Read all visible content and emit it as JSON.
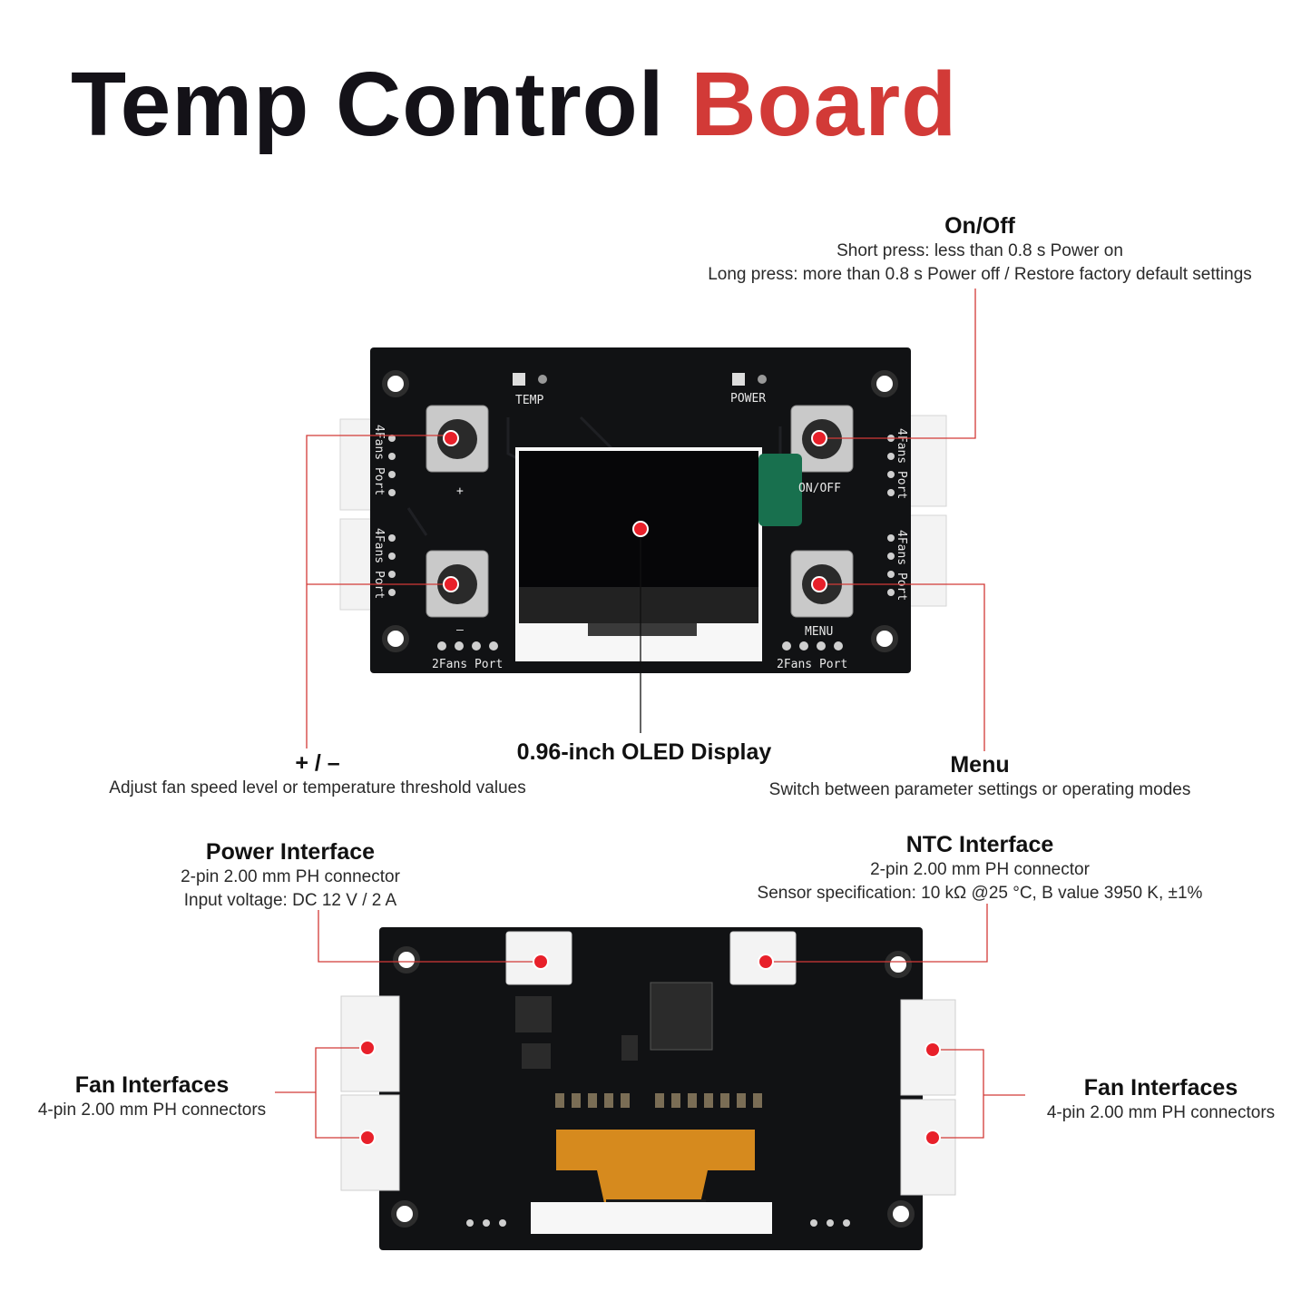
{
  "title": {
    "part1": "Temp Control",
    "part2": "Board"
  },
  "colors": {
    "accent": "#d23a37",
    "board": "#111214",
    "marker": "#e8202a"
  },
  "labels": {
    "onoff": {
      "heading": "On/Off",
      "line1": "Short press: less than 0.8 s Power on",
      "line2": "Long press: more than 0.8 s  Power off / Restore factory default settings"
    },
    "plusminus": {
      "heading": "+ / –",
      "line1": "Adjust fan speed level or temperature threshold values"
    },
    "oled": {
      "heading": "0.96-inch OLED Display"
    },
    "menu": {
      "heading": "Menu",
      "line1": "Switch between parameter settings or operating modes"
    },
    "power": {
      "heading": "Power Interface",
      "line1": "2-pin 2.00 mm PH connector",
      "line2": "Input voltage: DC 12 V / 2 A"
    },
    "ntc": {
      "heading": "NTC Interface",
      "line1": "2-pin 2.00 mm PH connector",
      "line2": "Sensor specification: 10 kΩ @25 °C, B value 3950 K, ±1%"
    },
    "fan_left": {
      "heading": "Fan Interfaces",
      "line1": "4-pin 2.00 mm PH connectors"
    },
    "fan_right": {
      "heading": "Fan Interfaces",
      "line1": "4-pin 2.00 mm PH connectors"
    }
  },
  "silkscreen": {
    "temp": "TEMP",
    "power": "POWER",
    "onoff": "ON/OFF",
    "menu": "MENU",
    "plus": "+",
    "minus": "–",
    "port4_left_top": "4Fans Port",
    "port4_left_bottom": "4Fans Port",
    "port4_right_top": "4Fans Port",
    "port4_right_bottom": "4Fans Port",
    "port2_left": "2Fans Port",
    "port2_right": "2Fans Port"
  }
}
